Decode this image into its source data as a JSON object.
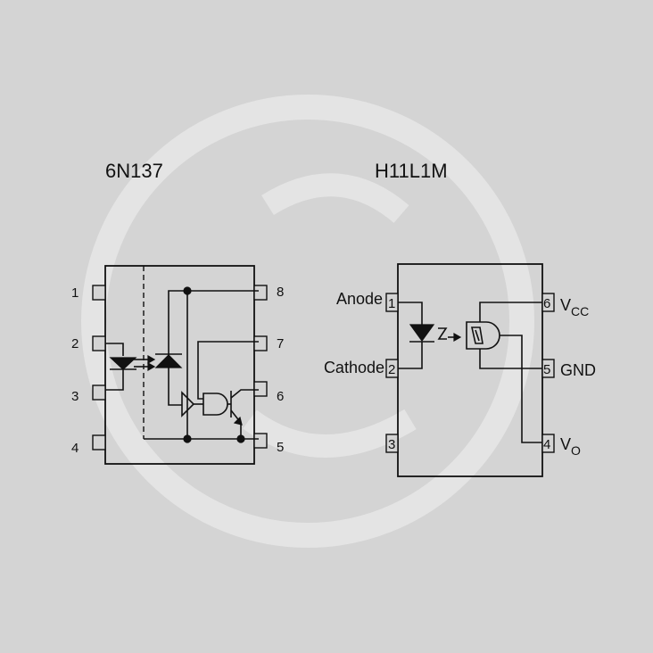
{
  "left_chip": {
    "title": "6N137",
    "pins": [
      "1",
      "2",
      "3",
      "4",
      "5",
      "6",
      "7",
      "8"
    ]
  },
  "right_chip": {
    "title": "H11L1M",
    "pins": [
      "1",
      "2",
      "3",
      "4",
      "5",
      "6"
    ],
    "labels": {
      "anode": "Anode",
      "cathode": "Cathode",
      "gnd": "GND",
      "vcc_main": "V",
      "vcc_sub": "CC",
      "vo_main": "V",
      "vo_sub": "O"
    }
  }
}
